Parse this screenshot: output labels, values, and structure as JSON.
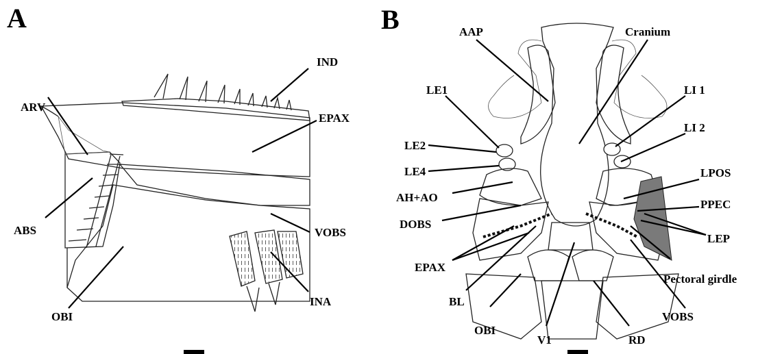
{
  "panels": {
    "a": {
      "letter": "A",
      "labels": {
        "ind": "IND",
        "epax": "EPAX",
        "arv": "ARV",
        "abs": "ABS",
        "vobs": "VOBS",
        "obi": "OBI",
        "ina": "INA"
      }
    },
    "b": {
      "letter": "B",
      "labels": {
        "aap": "AAP",
        "cranium": "Cranium",
        "le1": "LE1",
        "li1": "LI 1",
        "li2": "LI 2",
        "le2": "LE2",
        "le4": "LE4",
        "lpos": "LPOS",
        "ah_ao": "AH+AO",
        "ppec": "PPEC",
        "dobs": "DOBS",
        "lep": "LEP",
        "epax": "EPAX",
        "pectoral_girdle": "Pectoral girdle",
        "bl": "BL",
        "vobs": "VOBS",
        "obi": "OBI",
        "v1": "V1",
        "rd": "RD"
      }
    }
  },
  "colors": {
    "ink": "#000000",
    "shade": "#7a7a7a",
    "background": "#ffffff"
  }
}
